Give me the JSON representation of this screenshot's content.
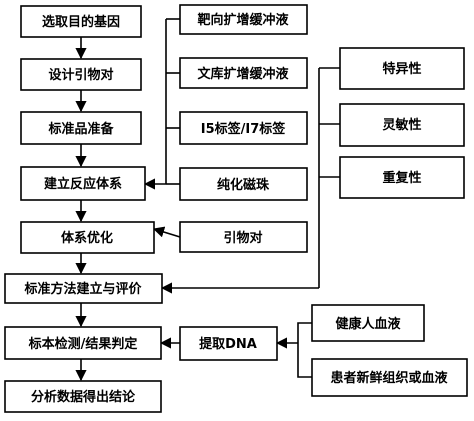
{
  "steps": {
    "select_gene": "选取目的基因",
    "design_primers": "设计引物对",
    "prepare_standards": "标准品准备",
    "build_reaction": "建立反应体系",
    "optimize_system": "体系优化",
    "method_eval": "标准方法建立与评价",
    "sample_test": "标本检测/结果判定",
    "analyze_data": "分析数据得出结论"
  },
  "components": {
    "target_buffer": "靶向扩增缓冲液",
    "library_buffer": "文库扩增缓冲液",
    "index_tags": "I5标签/I7标签",
    "purification_beads": "纯化磁珠",
    "primer_pairs": "引物对"
  },
  "evaluation": {
    "specificity": "特异性",
    "sensitivity": "灵敏性",
    "repeatability": "重复性"
  },
  "extraction": {
    "extract_dna": "提取DNA",
    "healthy_blood": "健康人血液",
    "patient_tissue_blood": "患者新鲜组织或血液"
  }
}
